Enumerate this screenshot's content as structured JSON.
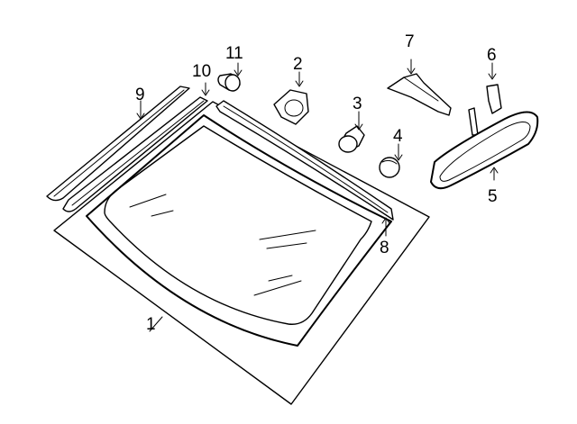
{
  "diagram": {
    "callouts": [
      {
        "id": "1",
        "label": "1",
        "part": "windshield-glass"
      },
      {
        "id": "2",
        "label": "2",
        "part": "sensor-bracket"
      },
      {
        "id": "3",
        "label": "3",
        "part": "rain-sensor"
      },
      {
        "id": "4",
        "label": "4",
        "part": "mirror-mount"
      },
      {
        "id": "5",
        "label": "5",
        "part": "rearview-mirror"
      },
      {
        "id": "6",
        "label": "6",
        "part": "mirror-cover"
      },
      {
        "id": "7",
        "label": "7",
        "part": "mount-bracket"
      },
      {
        "id": "8",
        "label": "8",
        "part": "upper-molding"
      },
      {
        "id": "9",
        "label": "9",
        "part": "side-molding"
      },
      {
        "id": "10",
        "label": "10",
        "part": "stud"
      },
      {
        "id": "11",
        "label": "11",
        "part": "retainer-clip"
      }
    ]
  }
}
